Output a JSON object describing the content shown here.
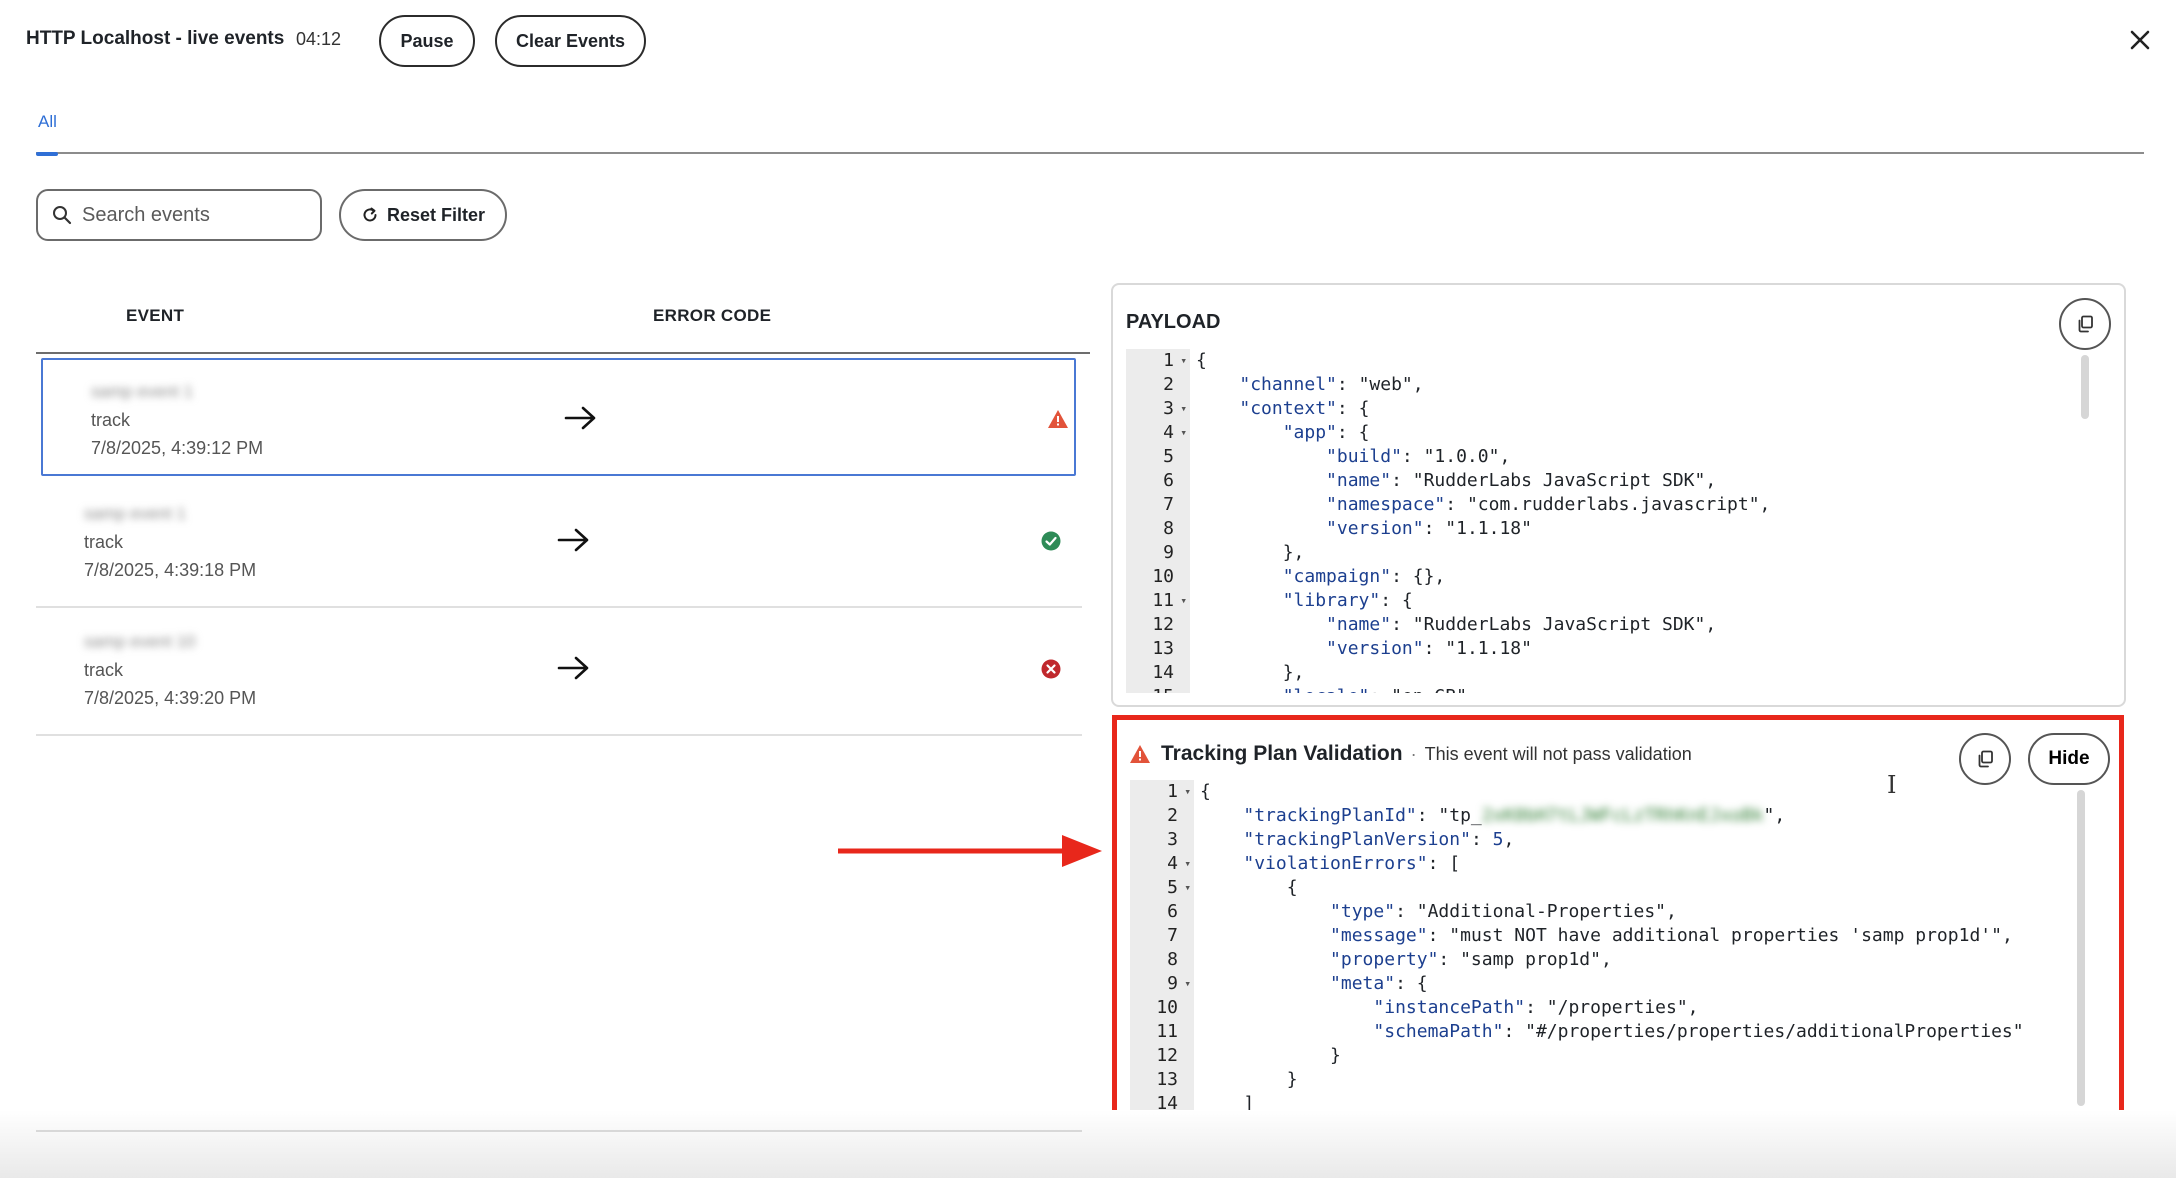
{
  "header": {
    "title": "HTTP Localhost - live events",
    "timer": "04:12",
    "pause_label": "Pause",
    "clear_label": "Clear Events"
  },
  "tabs": [
    {
      "label": "All",
      "active": true
    }
  ],
  "filters": {
    "search_placeholder": "Search events",
    "reset_label": "Reset Filter"
  },
  "columns": {
    "event": "EVENT",
    "error_code": "ERROR CODE"
  },
  "events": [
    {
      "name": "samp event 1",
      "type": "track",
      "timestamp": "7/8/2025, 4:39:12 PM",
      "status": "warning"
    },
    {
      "name": "samp event 1",
      "type": "track",
      "timestamp": "7/8/2025, 4:39:18 PM",
      "status": "success"
    },
    {
      "name": "samp event 10",
      "type": "track",
      "timestamp": "7/8/2025, 4:39:20 PM",
      "status": "error"
    }
  ],
  "payload": {
    "title": "PAYLOAD",
    "lines": [
      "{",
      "    \"channel\": \"web\",",
      "    \"context\": {",
      "        \"app\": {",
      "            \"build\": \"1.0.0\",",
      "            \"name\": \"RudderLabs JavaScript SDK\",",
      "            \"namespace\": \"com.rudderlabs.javascript\",",
      "            \"version\": \"1.1.18\"",
      "        },",
      "        \"campaign\": {},",
      "        \"library\": {",
      "            \"name\": \"RudderLabs JavaScript SDK\",",
      "            \"version\": \"1.1.18\"",
      "        },",
      "        \"locale\": \"en-GB\","
    ]
  },
  "validation": {
    "title": "Tracking Plan Validation",
    "separator": "·",
    "message": "This event will not pass validation",
    "hide_label": "Hide",
    "tracking_plan_id_visible": "tp_",
    "tracking_plan_id_redacted": "2xK0bH7tLJWFcLzTRhKnEJxoBk",
    "lines": [
      "{",
      "    \"trackingPlanId\": \"tp_",
      "    \"trackingPlanVersion\": 5,",
      "    \"violationErrors\": [",
      "        {",
      "            \"type\": \"Additional-Properties\",",
      "            \"message\": \"must NOT have additional properties 'samp prop1d'\",",
      "            \"property\": \"samp prop1d\",",
      "            \"meta\": {",
      "                \"instancePath\": \"/properties\",",
      "                \"schemaPath\": \"#/properties/properties/additionalProperties\"",
      "            }",
      "        }",
      "    ]",
      "}"
    ]
  },
  "icons": {
    "close": "close-icon",
    "search": "search-icon",
    "reset": "refresh-icon",
    "copy": "copy-icon",
    "arrow": "arrow-right-icon",
    "warning": "warning-triangle-icon",
    "success": "check-circle-icon",
    "error": "x-circle-icon"
  },
  "colors": {
    "accent": "#2f6fd6",
    "warning": "#e2533a",
    "success": "#2e8b57",
    "error": "#c0282d",
    "highlight": "#e8271b"
  }
}
